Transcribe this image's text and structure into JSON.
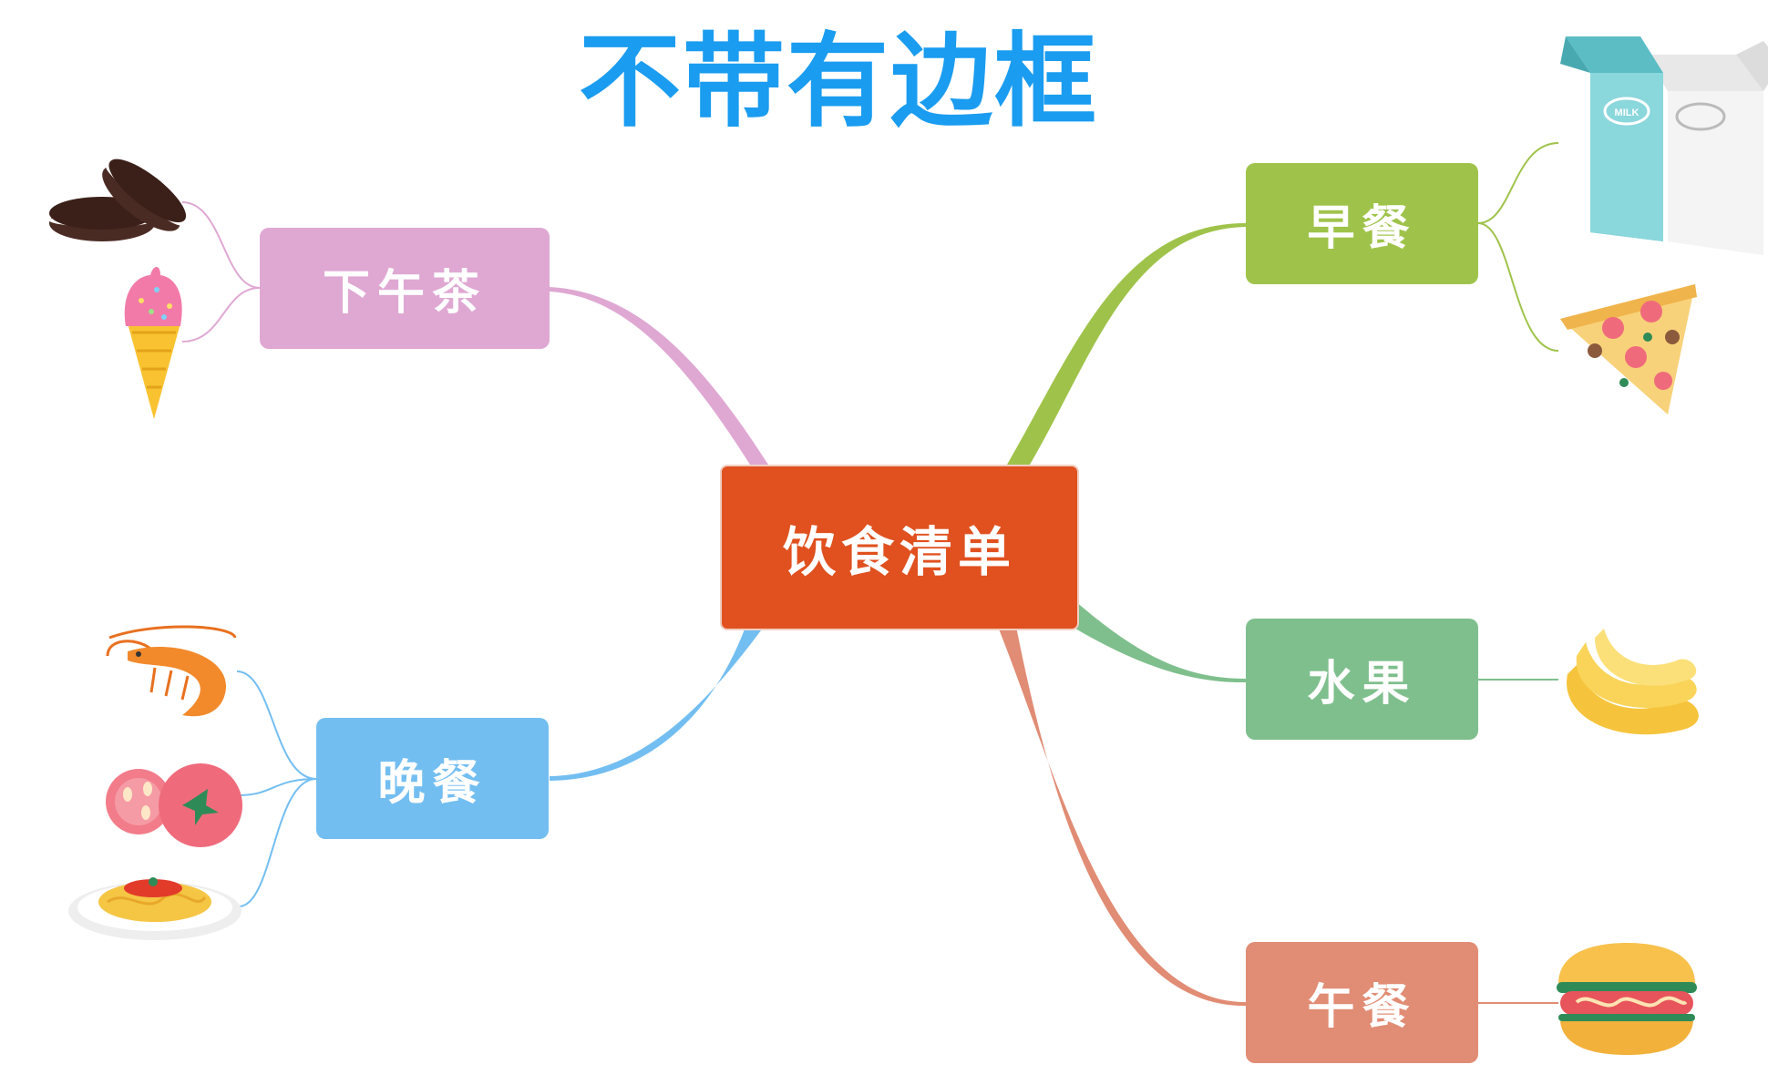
{
  "title": "不带有边框",
  "root": {
    "label": "饮食清单",
    "color": "#e0511f"
  },
  "branches": [
    {
      "id": "afternoon",
      "label": "下午茶",
      "color": "#dfa8d3",
      "items": [
        "oreo-cookie-icon",
        "ice-cream-cone-icon"
      ]
    },
    {
      "id": "dinner",
      "label": "晚餐",
      "color": "#73bef1",
      "items": [
        "shrimp-icon",
        "tomato-icon",
        "spaghetti-icon"
      ]
    },
    {
      "id": "breakfast",
      "label": "早餐",
      "color": "#9fc34a",
      "items": [
        "milk-carton-icon",
        "pizza-slice-icon"
      ]
    },
    {
      "id": "fruit",
      "label": "水果",
      "color": "#7fbf8d",
      "items": [
        "banana-icon"
      ]
    },
    {
      "id": "lunch",
      "label": "午餐",
      "color": "#e18c74",
      "items": [
        "hot-dog-icon"
      ]
    }
  ],
  "milk_label": "MILK"
}
